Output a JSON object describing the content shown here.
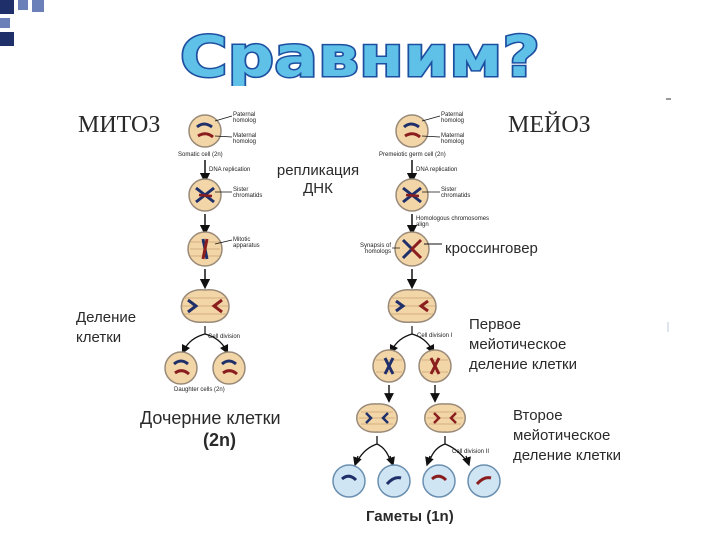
{
  "title": "Сравним?",
  "headers": {
    "mitosis": "МИТОЗ",
    "meiosis": "МЕЙОЗ"
  },
  "labels": {
    "replication": "репликация ДНК",
    "crossing": "кроссинговер",
    "division": "Деление клетки",
    "daughter": "Дочерние клетки",
    "daughter_ploidy": "(2n)",
    "first_div": "Первое мейотическое деление клетки",
    "second_div": "Второе мейотическое деление клетки",
    "gametes": "Гаметы (1n)"
  },
  "mitosis_small": {
    "paternal": "Paternal homolog",
    "maternal": "Maternal homolog",
    "somatic": "Somatic cell (2n)",
    "dna_rep": "DNA replication",
    "sister": "Sister chromatids",
    "apparatus": "Mitotic apparatus",
    "cell_div": "Cell division",
    "daughter": "Daughter cells (2n)"
  },
  "meiosis_small": {
    "paternal": "Paternal homolog",
    "maternal": "Maternal homolog",
    "premeiotic": "Premeiotic germ cell (2n)",
    "dna_rep": "DNA replication",
    "sister": "Sister chromatids",
    "homologous": "Homologous chromosomes align",
    "synapsis": "Synapsis of homologs",
    "div1": "Cell division I",
    "div2": "Cell division II"
  },
  "colors": {
    "title_fill": "#5fc0e8",
    "title_stroke": "#1d4fa0",
    "corner_dark": "#1f2f6a",
    "corner_light": "#6b7fb8",
    "cell": "#f3d6a8",
    "cell_edge": "#9a8a78",
    "gamete": "#cfe5f3",
    "gamete_edge": "#6a8fb0",
    "chrom_blue": "#1f2f6a",
    "chrom_red": "#8a1e1e"
  }
}
